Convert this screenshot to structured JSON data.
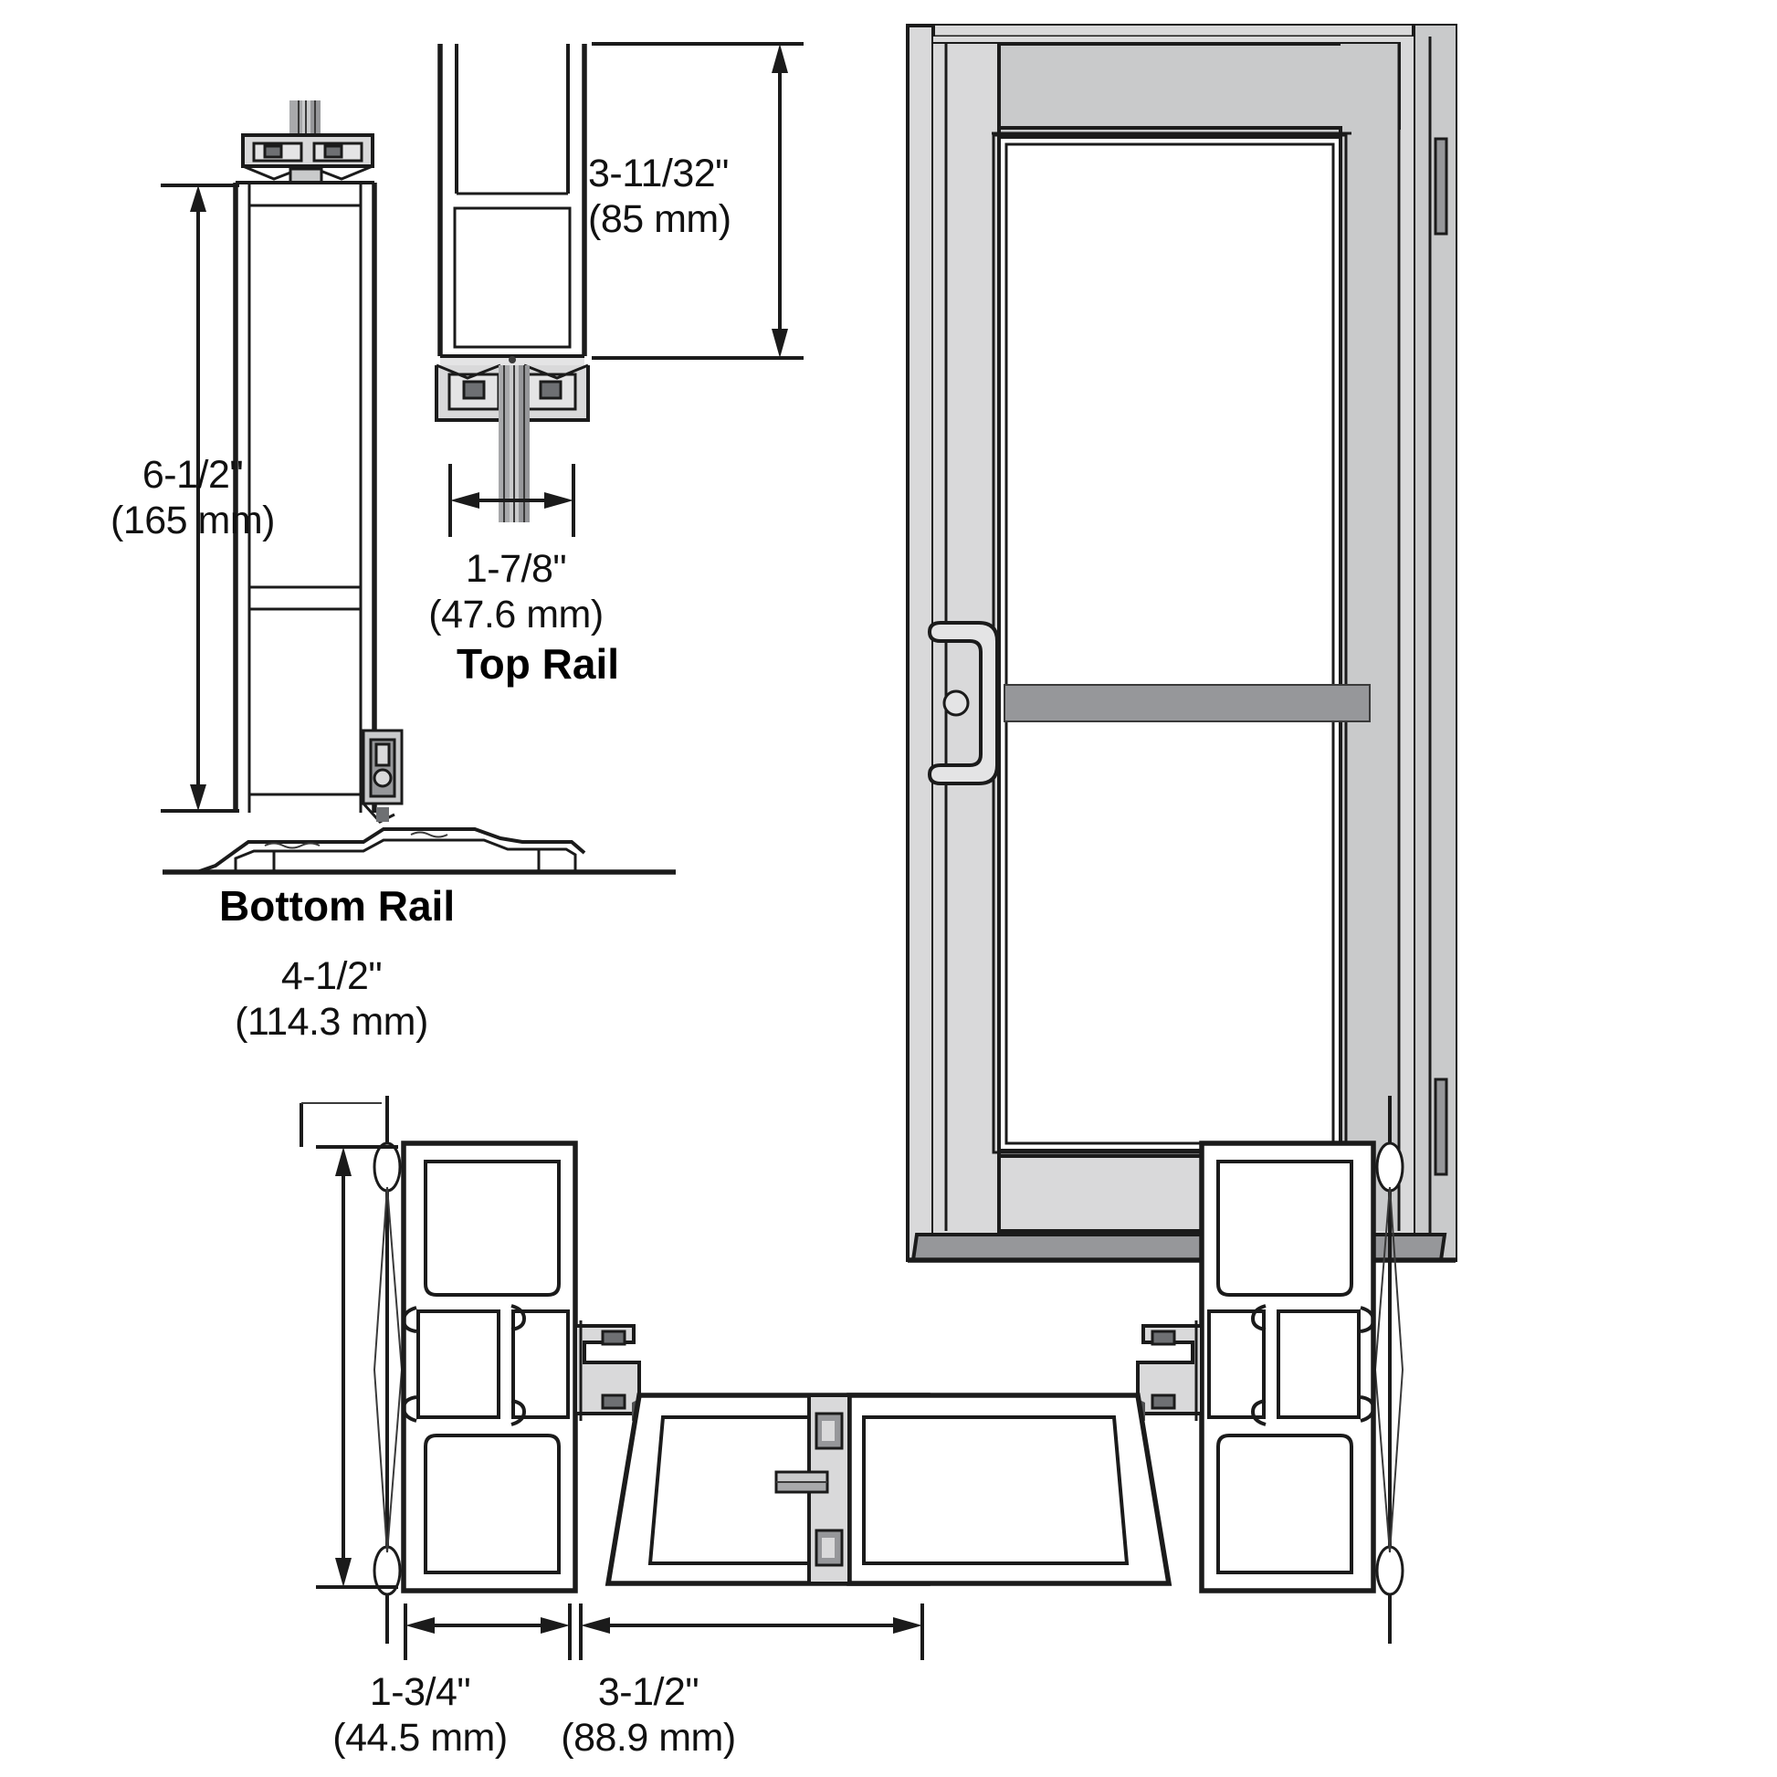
{
  "drawing": {
    "title": "Aluminum Entrance Door Section Details",
    "type": "technical-section-drawing"
  },
  "labels": {
    "top_rail": "Top Rail",
    "bottom_rail": "Bottom Rail"
  },
  "dimensions": {
    "bottom_rail_height": {
      "imperial": "6-1/2\"",
      "metric": "(165 mm)"
    },
    "top_rail_height": {
      "imperial": "3-11/32\"",
      "metric": "(85 mm)"
    },
    "top_rail_width": {
      "imperial": "1-7/8\"",
      "metric": "(47.6 mm)"
    },
    "stile_depth": {
      "imperial": "4-1/2\"",
      "metric": "(114.3 mm)"
    },
    "stile_face": {
      "imperial": "1-3/4\"",
      "metric": "(44.5 mm)"
    },
    "jamb_width": {
      "imperial": "3-1/2\"",
      "metric": "(88.9 mm)"
    }
  },
  "door_elevation": {
    "name": "door-elevation",
    "parts": [
      "frame-head",
      "frame-jamb-left",
      "frame-jamb-right",
      "top-rail",
      "bottom-rail",
      "lock-stile",
      "hinge-stile",
      "glass-upper",
      "glass-lower",
      "push-pull-handle",
      "cylinder-lock",
      "midrail-push-bar",
      "hinge-upper",
      "hinge-lower",
      "threshold"
    ]
  },
  "colors": {
    "line": "#1b1b1b",
    "aluminum_light": "#d9d9da",
    "aluminum_mid": "#c9cacb",
    "aluminum_dark": "#a8a9ab",
    "glass": "#ffffff",
    "shadow": "#96979a"
  }
}
